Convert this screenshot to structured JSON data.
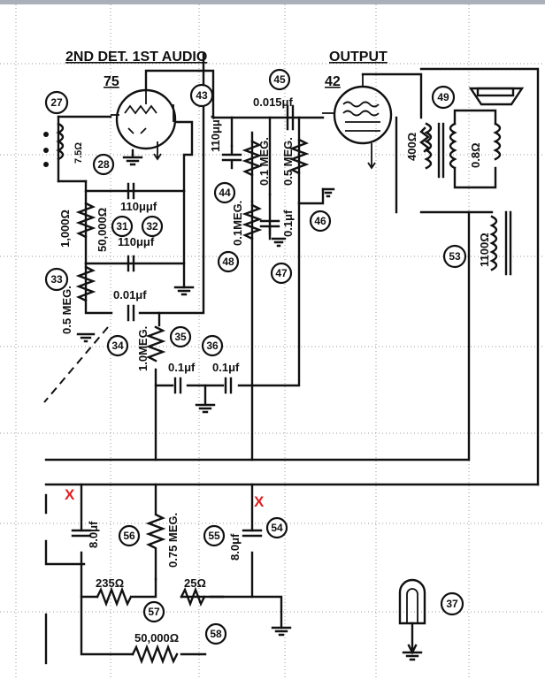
{
  "headers": {
    "section1": "2ND DET. 1ST AUDIO",
    "section2": "OUTPUT",
    "tube1": "75",
    "tube2": "42"
  },
  "component_labels": [
    {
      "name": "label-110uuf-top",
      "text": "110μμf"
    },
    {
      "name": "label-0.015uf",
      "text": "0.015μf"
    },
    {
      "name": "label-7.5ohm",
      "text": "7.5Ω"
    },
    {
      "name": "label-110uuf-a",
      "text": "110μμf"
    },
    {
      "name": "label-110uuf-b",
      "text": "110μμf"
    },
    {
      "name": "label-1000ohm",
      "text": "1,000Ω"
    },
    {
      "name": "label-50000ohm",
      "text": "50,000Ω"
    },
    {
      "name": "label-0.1meg-a",
      "text": "0.1 MEG."
    },
    {
      "name": "label-0.5meg-a",
      "text": "0.5 MEG."
    },
    {
      "name": "label-0.1meg-b",
      "text": "0.1MEG."
    },
    {
      "name": "label-0.1uf-a",
      "text": "0.1μf"
    },
    {
      "name": "label-400ohm",
      "text": "400Ω"
    },
    {
      "name": "label-0.8ohm",
      "text": "0.8Ω"
    },
    {
      "name": "label-1100ohm",
      "text": "1100Ω"
    },
    {
      "name": "label-0.5meg-b",
      "text": "0.5 MEG."
    },
    {
      "name": "label-0.01uf",
      "text": "0.01μf"
    },
    {
      "name": "label-1meg",
      "text": "1.0MEG."
    },
    {
      "name": "label-0.1uf-b",
      "text": "0.1μf"
    },
    {
      "name": "label-0.1uf-c",
      "text": "0.1μf"
    },
    {
      "name": "label-8uf-a",
      "text": "8.0μf"
    },
    {
      "name": "label-0.75meg",
      "text": "0.75 MEG."
    },
    {
      "name": "label-8uf-b",
      "text": "8.0μf"
    },
    {
      "name": "label-235ohm",
      "text": "235Ω"
    },
    {
      "name": "label-25ohm",
      "text": "25Ω"
    },
    {
      "name": "label-50000ohm-bottom",
      "text": "50,000Ω"
    }
  ],
  "callouts": [
    "27",
    "28",
    "31",
    "32",
    "33",
    "34",
    "35",
    "36",
    "37",
    "43",
    "44",
    "45",
    "46",
    "47",
    "48",
    "49",
    "53",
    "54",
    "55",
    "56",
    "57",
    "58"
  ],
  "marks": [
    "X",
    "X"
  ]
}
